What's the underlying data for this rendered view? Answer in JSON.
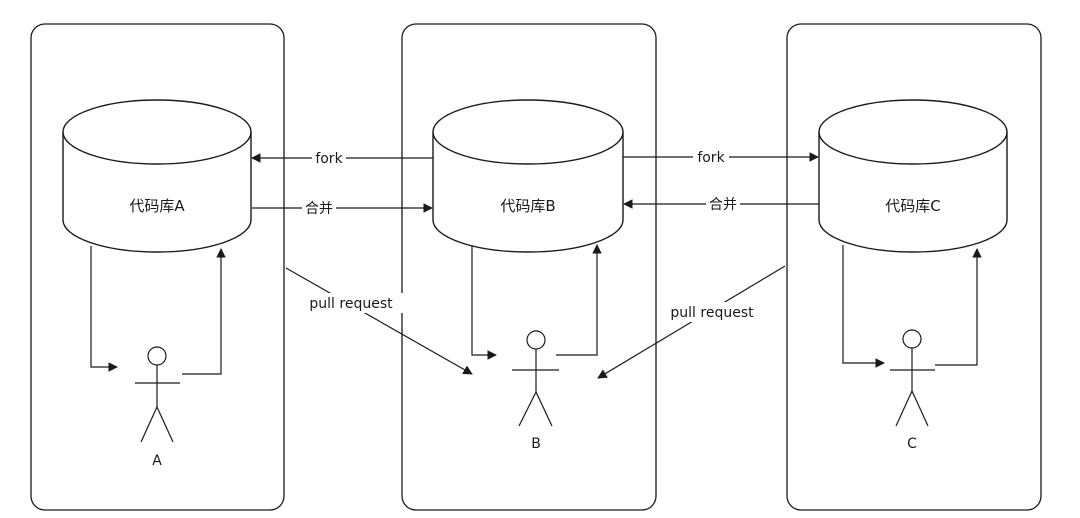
{
  "diagram": {
    "repos": [
      {
        "label": "代码库A",
        "actor": "A"
      },
      {
        "label": "代码库B",
        "actor": "B"
      },
      {
        "label": "代码库C",
        "actor": "C"
      }
    ],
    "edges": {
      "fork_left": "fork",
      "fork_right": "fork",
      "merge_left": "合并",
      "merge_right": "合并",
      "pr_left": "pull request",
      "pr_right": "pull request"
    }
  }
}
